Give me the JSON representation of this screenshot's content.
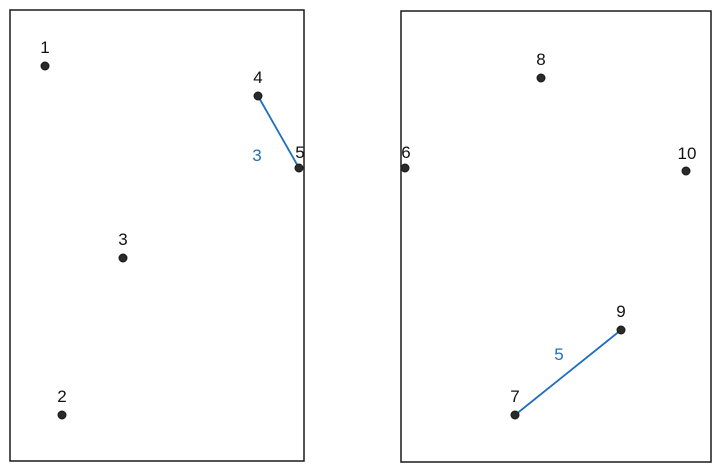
{
  "colors": {
    "edge": "#1f6fbf",
    "node": "#2a2a2a",
    "border": "#1a1a1a"
  },
  "panels": [
    {
      "nodes": [
        {
          "id": "1",
          "label": "1"
        },
        {
          "id": "2",
          "label": "2"
        },
        {
          "id": "3",
          "label": "3"
        },
        {
          "id": "4",
          "label": "4"
        },
        {
          "id": "5",
          "label": "5"
        }
      ],
      "edges": [
        {
          "from": "4",
          "to": "5",
          "weight": "3"
        }
      ]
    },
    {
      "nodes": [
        {
          "id": "6",
          "label": "6"
        },
        {
          "id": "7",
          "label": "7"
        },
        {
          "id": "8",
          "label": "8"
        },
        {
          "id": "9",
          "label": "9"
        },
        {
          "id": "10",
          "label": "10"
        }
      ],
      "edges": [
        {
          "from": "7",
          "to": "9",
          "weight": "5"
        }
      ]
    }
  ]
}
